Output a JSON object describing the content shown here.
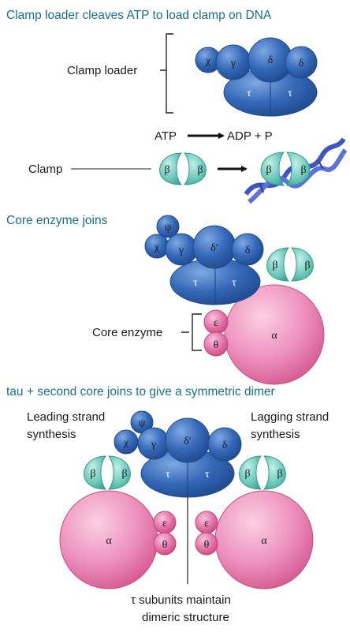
{
  "headings": {
    "panel1": "Clamp loader cleaves ATP to load clamp on DNA",
    "panel2": "Core enzyme joins",
    "panel3": "tau + second core joins to give a symmetric dimer"
  },
  "labels": {
    "clamp_loader": "Clamp loader",
    "clamp": "Clamp",
    "atp": "ATP",
    "adp": "ADP + P",
    "core_enzyme": "Core enzyme",
    "leading_1": "Leading strand",
    "leading_2": "synthesis",
    "lagging_1": "Lagging strand",
    "lagging_2": "synthesis",
    "tau_note_1": "τ  subunits maintain",
    "tau_note_2": "dimeric structure"
  },
  "subunits": {
    "chi": "χ",
    "gamma": "γ",
    "delta": "δ",
    "delta_prime": "δ′",
    "tau": "τ",
    "psi": "ψ",
    "beta": "β",
    "epsilon": "ε",
    "theta": "θ",
    "alpha": "α"
  },
  "colors": {
    "heading": "#1b6f86",
    "clamp_loader_blue": "#3569b8",
    "clamp_teal": "#6fcbbd",
    "core_pink": "#e46fa6",
    "dna_blue": "#3f55c2"
  }
}
